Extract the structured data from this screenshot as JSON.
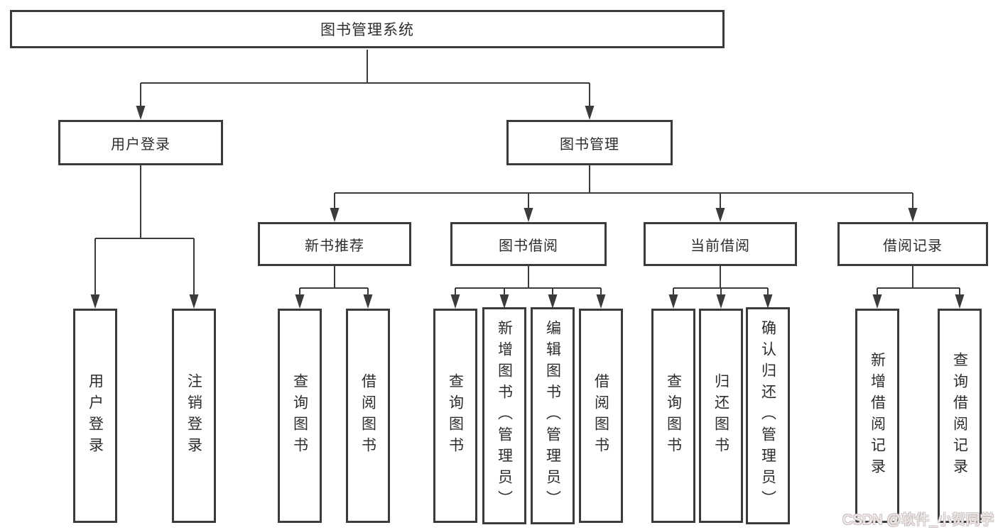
{
  "tree": {
    "root": {
      "label": "图书管理系统"
    },
    "branches": [
      {
        "label": "用户登录",
        "children": [
          {
            "label": "用户登录"
          },
          {
            "label": "注销登录"
          }
        ]
      },
      {
        "label": "图书管理",
        "children": [
          {
            "label": "新书推荐",
            "children": [
              {
                "label": "查询图书"
              },
              {
                "label": "借阅图书"
              }
            ]
          },
          {
            "label": "图书借阅",
            "children": [
              {
                "label": "查询图书"
              },
              {
                "label": "新增图书（管理员）"
              },
              {
                "label": "编辑图书（管理员）"
              },
              {
                "label": "借阅图书"
              }
            ]
          },
          {
            "label": "当前借阅",
            "children": [
              {
                "label": "查询图书"
              },
              {
                "label": "归还图书"
              },
              {
                "label": "确认归还（管理员）"
              }
            ]
          },
          {
            "label": "借阅记录",
            "children": [
              {
                "label": "新增借阅记录"
              },
              {
                "label": "查询借阅记录"
              }
            ]
          }
        ]
      }
    ]
  },
  "watermark": {
    "text": "CSDN @软件_小贺同学"
  },
  "colors": {
    "line": "#3b3b3b",
    "box_border": "#3b3b3b",
    "text": "#2d2d2d",
    "background": "#ffffff",
    "watermark": "#d9cfcf"
  }
}
